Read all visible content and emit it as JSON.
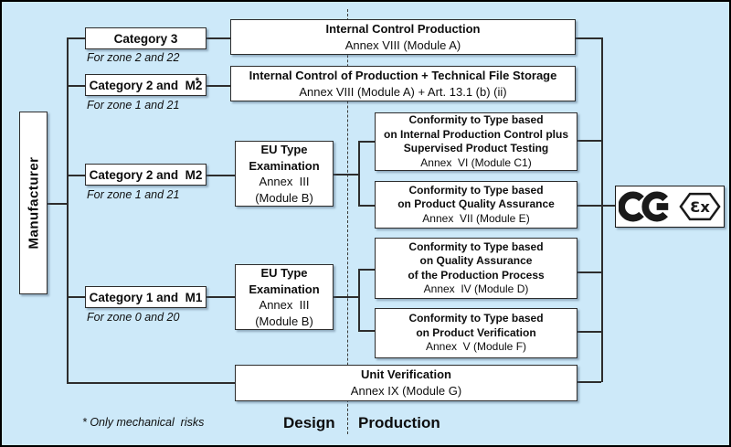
{
  "diagram": {
    "manufacturer": "Manufacturer",
    "categories": [
      {
        "label": "Category 3",
        "zone": "For zone 2 and 22"
      },
      {
        "label": "Category 2 and  M2",
        "mark": "*",
        "zone": "For zone 1 and 21"
      },
      {
        "label": "Category 2 and  M2",
        "zone": "For zone 1 and 21"
      },
      {
        "label": "Category 1 and  M1",
        "zone": "For zone 0 and 20"
      }
    ],
    "design_boxes": [
      {
        "title": "EU Type\nExamination",
        "annex": "Annex  III\n(Module B)"
      },
      {
        "title": "EU Type\nExamination",
        "annex": "Annex  III\n(Module B)"
      }
    ],
    "production_boxes": {
      "module_a": {
        "title": "Internal Control Production",
        "annex": "Annex VIII (Module A)"
      },
      "module_a_art13": {
        "title": "Internal Control of Production + Technical File Storage",
        "annex": "Annex VIII (Module A) + Art. 13.1 (b) (ii)"
      },
      "module_c1": {
        "title": "Conformity to Type based\non Internal Production Control plus\nSupervised Product Testing",
        "annex": "Annex  VI (Module C1)"
      },
      "module_e": {
        "title": "Conformity to Type based\non Product Quality Assurance",
        "annex": "Annex  VII (Module E)"
      },
      "module_d": {
        "title": "Conformity to Type based\non Quality Assurance\nof the Production Process",
        "annex": "Annex  IV (Module D)"
      },
      "module_f": {
        "title": "Conformity to Type based\non Product Verification",
        "annex": "Annex  V (Module F)"
      },
      "module_g": {
        "title": "Unit Verification",
        "annex": "Annex IX (Module G)"
      }
    },
    "phase_labels": {
      "design": "Design",
      "production": "Production"
    },
    "footnote": "* Only mechanical  risks",
    "marks": {
      "ce_label": "CE",
      "ex_label": "Ex",
      "ex_text": "Ɛx"
    },
    "colors": {
      "background": "#cde9f9",
      "box_border": "#2d2d2d",
      "line": "#2d2d2d"
    }
  }
}
